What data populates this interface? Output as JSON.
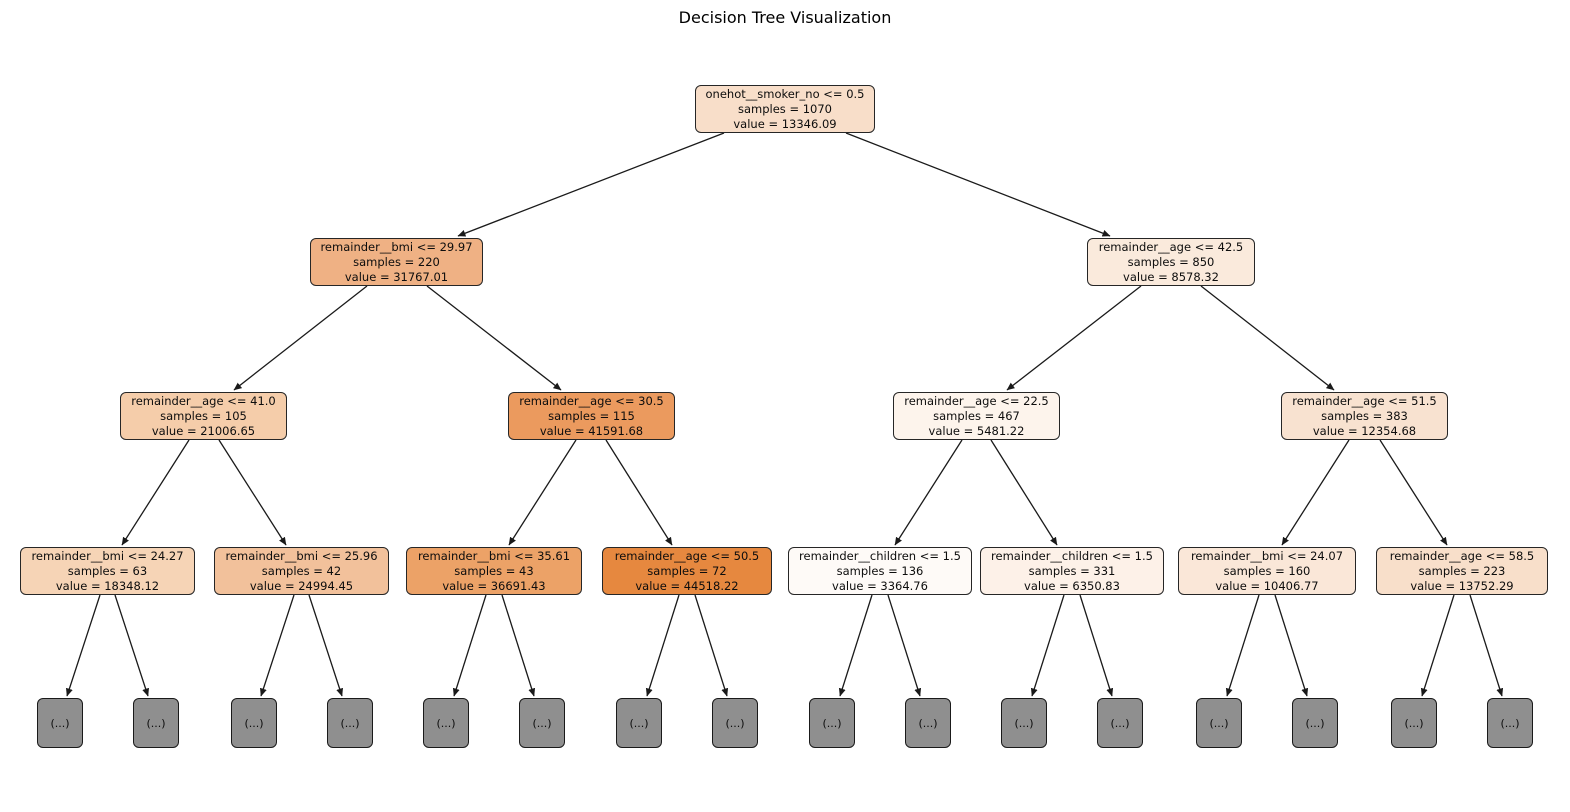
{
  "page": {
    "background": "#ffffff"
  },
  "tree": {
    "title": "Decision Tree Visualization",
    "type": "decision_tree",
    "leaf_label": "(...)",
    "leaf_color": "#8f8f8f",
    "edge_color": "#1a1a1a",
    "nodes": [
      {
        "id": "root",
        "condition": "onehot__smoker_no <= 0.5",
        "samples": "samples = 1070",
        "value": "value = 13346.09",
        "color": "#f8dec9",
        "parent": null
      },
      {
        "id": "l2-left",
        "condition": "remainder__bmi <= 29.97",
        "samples": "samples = 220",
        "value": "value = 31767.01",
        "color": "#efb184",
        "parent": "root"
      },
      {
        "id": "l2-right",
        "condition": "remainder__age <= 42.5",
        "samples": "samples = 850",
        "value": "value = 8578.32",
        "color": "#faeadc",
        "parent": "root"
      },
      {
        "id": "l3-1",
        "condition": "remainder__age <= 41.0",
        "samples": "samples = 105",
        "value": "value = 21006.65",
        "color": "#f5cdaa",
        "parent": "l2-left"
      },
      {
        "id": "l3-2",
        "condition": "remainder__age <= 30.5",
        "samples": "samples = 115",
        "value": "value = 41591.68",
        "color": "#eb9a5e",
        "parent": "l2-left"
      },
      {
        "id": "l3-3",
        "condition": "remainder__age <= 22.5",
        "samples": "samples = 467",
        "value": "value = 5481.22",
        "color": "#fdf4ec",
        "parent": "l2-right"
      },
      {
        "id": "l3-4",
        "condition": "remainder__age <= 51.5",
        "samples": "samples = 383",
        "value": "value = 12354.68",
        "color": "#f8e2d0",
        "parent": "l2-right"
      },
      {
        "id": "l4-1",
        "condition": "remainder__bmi <= 24.27",
        "samples": "samples = 63",
        "value": "value = 18348.12",
        "color": "#f6d4b6",
        "parent": "l3-1"
      },
      {
        "id": "l4-2",
        "condition": "remainder__bmi <= 25.96",
        "samples": "samples = 42",
        "value": "value = 24994.45",
        "color": "#f2c19b",
        "parent": "l3-1"
      },
      {
        "id": "l4-3",
        "condition": "remainder__bmi <= 35.61",
        "samples": "samples = 43",
        "value": "value = 36691.43",
        "color": "#eca267",
        "parent": "l3-2"
      },
      {
        "id": "l4-4",
        "condition": "remainder__age <= 50.5",
        "samples": "samples = 72",
        "value": "value = 44518.22",
        "color": "#e6883f",
        "parent": "l3-2"
      },
      {
        "id": "l4-5",
        "condition": "remainder__children <= 1.5",
        "samples": "samples = 136",
        "value": "value = 3364.76",
        "color": "#fefaf7",
        "parent": "l3-3"
      },
      {
        "id": "l4-6",
        "condition": "remainder__children <= 1.5",
        "samples": "samples = 331",
        "value": "value = 6350.83",
        "color": "#fdf1e8",
        "parent": "l3-3"
      },
      {
        "id": "l4-7",
        "condition": "remainder__bmi <= 24.07",
        "samples": "samples = 160",
        "value": "value = 10406.77",
        "color": "#fae7d8",
        "parent": "l3-4"
      },
      {
        "id": "l4-8",
        "condition": "remainder__age <= 58.5",
        "samples": "samples = 223",
        "value": "value = 13752.29",
        "color": "#f8dfca",
        "parent": "l3-4"
      }
    ],
    "collapsed_leaves_count": 16
  }
}
